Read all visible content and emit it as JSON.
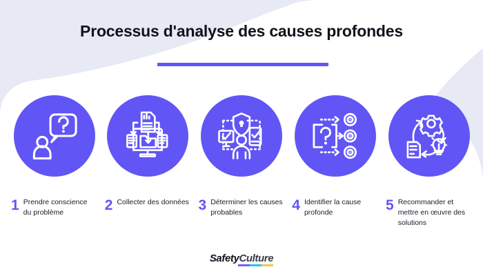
{
  "title": "Processus d'analyse des causes profondes",
  "colors": {
    "background": "#e7eaf4",
    "panel": "#ffffff",
    "accent": "#6155f5",
    "title_text": "#12121c",
    "caption_text": "#1c1c28",
    "logo_segment_1": "#7c5cf0",
    "logo_segment_2": "#27c7dd",
    "logo_segment_3": "#f7c948"
  },
  "steps": [
    {
      "number": "1",
      "label": "Prendre conscience du problème",
      "icon": "person-question-speech-bubble-icon"
    },
    {
      "number": "2",
      "label": "Collecter des données",
      "icon": "monitor-data-collection-icon"
    },
    {
      "number": "3",
      "label": "Déterminer les causes probables",
      "icon": "shield-devices-person-network-icon"
    },
    {
      "number": "4",
      "label": "Identifier la cause profonde",
      "icon": "question-arrows-targets-icon"
    },
    {
      "number": "5",
      "label": "Recommander et mettre en œuvre des solutions",
      "icon": "gear-lightbulb-document-cycle-icon"
    }
  ],
  "logo": {
    "part1": "Safety",
    "part2": "Culture"
  }
}
